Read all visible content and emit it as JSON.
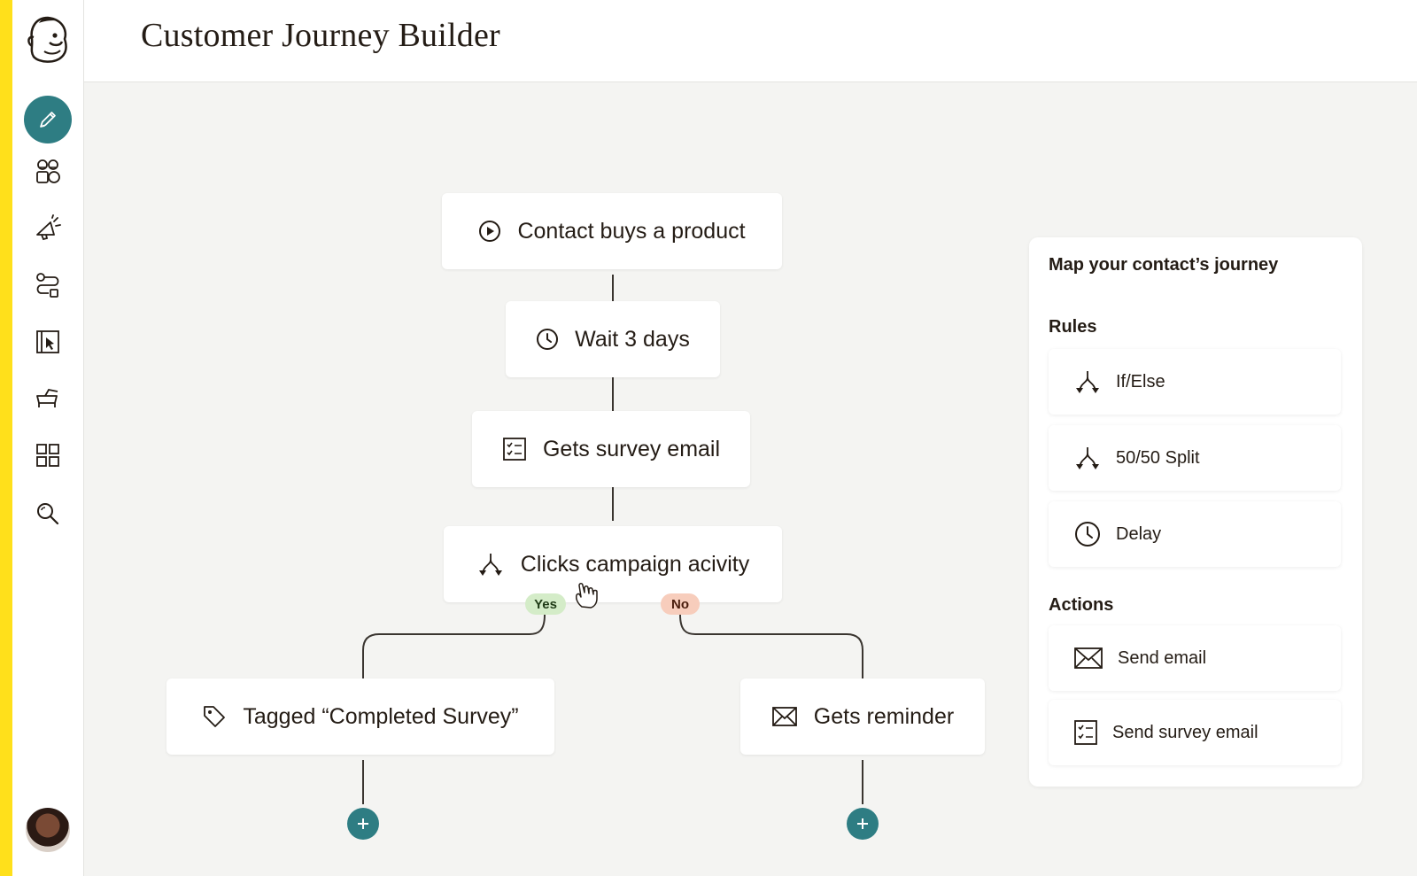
{
  "app": {
    "title": "Customer Journey Builder",
    "accent_color": "#2e7d83",
    "brand_color": "#ffe01b"
  },
  "sidebar": {
    "logo_icon": "mailchimp-freddie-logo",
    "items": [
      {
        "icon": "pencil-icon",
        "active": true
      },
      {
        "icon": "audience-icon"
      },
      {
        "icon": "megaphone-icon"
      },
      {
        "icon": "automation-flow-icon"
      },
      {
        "icon": "website-icon"
      },
      {
        "icon": "content-studio-icon"
      },
      {
        "icon": "integrations-grid-icon"
      },
      {
        "icon": "search-icon"
      }
    ],
    "avatar_icon": "user-avatar"
  },
  "canvas": {
    "nodes": {
      "trigger": {
        "label": "Contact buys a product",
        "icon": "play-circle-icon"
      },
      "wait": {
        "label": "Wait 3 days",
        "icon": "clock-icon"
      },
      "survey": {
        "label": "Gets survey email",
        "icon": "checklist-icon"
      },
      "condition": {
        "label": "Clicks campaign acivity",
        "icon": "split-arrows-icon"
      },
      "yes_branch": {
        "label": "Tagged “Completed Survey”",
        "icon": "tag-icon"
      },
      "no_branch": {
        "label": "Gets reminder",
        "icon": "envelope-icon"
      }
    },
    "branch_labels": {
      "yes": "Yes",
      "no": "No"
    },
    "add_button_icon": "plus-icon"
  },
  "panel": {
    "title": "Map your contact’s journey",
    "rules_heading": "Rules",
    "rules": [
      {
        "label": "If/Else",
        "icon": "split-arrows-icon"
      },
      {
        "label": "50/50 Split",
        "icon": "split-arrows-icon"
      },
      {
        "label": "Delay",
        "icon": "clock-icon"
      }
    ],
    "actions_heading": "Actions",
    "actions": [
      {
        "label": "Send email",
        "icon": "envelope-icon"
      },
      {
        "label": "Send survey email",
        "icon": "checklist-icon"
      }
    ]
  }
}
